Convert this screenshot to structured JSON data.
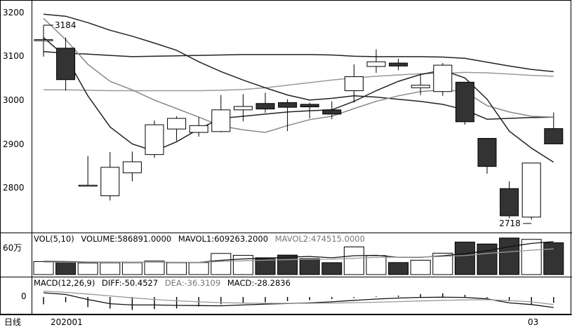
{
  "chart_data": [
    {
      "type": "candlestick",
      "panel": "price",
      "ylim": [
        2700,
        3230
      ],
      "y_ticks": [
        "3200",
        "3100",
        "3000",
        "2900",
        "2800"
      ],
      "annotations": {
        "high_label": "3184",
        "high_value": 3184,
        "low_label": "2718",
        "low_value": 2718
      },
      "candles": [
        {
          "o": 3150,
          "h": 3184,
          "l": 3110,
          "c": 3150
        },
        {
          "o": 3130,
          "h": 3155,
          "l": 3030,
          "c": 3056
        },
        {
          "o": 2808,
          "h": 2877,
          "l": 2807,
          "c": 2808
        },
        {
          "o": 2783,
          "h": 2886,
          "l": 2772,
          "c": 2850
        },
        {
          "o": 2837,
          "h": 2887,
          "l": 2817,
          "c": 2863
        },
        {
          "o": 2880,
          "h": 2960,
          "l": 2872,
          "c": 2950
        },
        {
          "o": 2940,
          "h": 2970,
          "l": 2912,
          "c": 2965
        },
        {
          "o": 2932,
          "h": 2968,
          "l": 2922,
          "c": 2948
        },
        {
          "o": 2934,
          "h": 3020,
          "l": 2932,
          "c": 2985
        },
        {
          "o": 2985,
          "h": 3022,
          "l": 2958,
          "c": 2993
        },
        {
          "o": 3000,
          "h": 3025,
          "l": 2978,
          "c": 2987
        },
        {
          "o": 3002,
          "h": 3010,
          "l": 2935,
          "c": 2991
        },
        {
          "o": 2998,
          "h": 3002,
          "l": 2965,
          "c": 2992
        },
        {
          "o": 2985,
          "h": 3005,
          "l": 2963,
          "c": 2975
        },
        {
          "o": 3030,
          "h": 3092,
          "l": 3002,
          "c": 3063
        },
        {
          "o": 3087,
          "h": 3127,
          "l": 3072,
          "c": 3098
        },
        {
          "o": 3095,
          "h": 3105,
          "l": 3078,
          "c": 3088
        },
        {
          "o": 3037,
          "h": 3068,
          "l": 3020,
          "c": 3043
        },
        {
          "o": 3028,
          "h": 3095,
          "l": 3018,
          "c": 3090
        },
        {
          "o": 3050,
          "h": 3050,
          "l": 2950,
          "c": 2957
        },
        {
          "o": 2918,
          "h": 2918,
          "l": 2835,
          "c": 2852
        },
        {
          "o": 2800,
          "h": 2817,
          "l": 2730,
          "c": 2736
        },
        {
          "o": 2733,
          "h": 2860,
          "l": 2727,
          "c": 2860
        },
        {
          "o": 2941,
          "h": 2979,
          "l": 2905,
          "c": 2905
        }
      ],
      "ma_lines": [
        {
          "color": "#222222",
          "values": [
            3122,
            3118,
            3116,
            3113,
            3110,
            3111,
            3112,
            3113,
            3114,
            3115,
            3115,
            3115,
            3115,
            3114,
            3111,
            3110,
            3110,
            3110,
            3109,
            3106,
            3097,
            3088,
            3080,
            3075
          ]
        },
        {
          "color": "#999999",
          "values": [
            3032,
            3032,
            3031,
            3030,
            3030,
            3030,
            3030,
            3030,
            3031,
            3033,
            3037,
            3043,
            3049,
            3055,
            3060,
            3064,
            3067,
            3070,
            3071,
            3073,
            3072,
            3069,
            3066,
            3064
          ]
        },
        {
          "color": "#222222",
          "values": [
            3210,
            3205,
            3190,
            3172,
            3158,
            3142,
            3125,
            3098,
            3075,
            3055,
            3037,
            3020,
            3008,
            3012,
            3018,
            3015,
            3010,
            3005,
            2998,
            2985,
            2963,
            2965,
            2967,
            2968
          ]
        },
        {
          "color": "#888888",
          "values": [
            3200,
            3150,
            3092,
            3052,
            3032,
            3008,
            2988,
            2968,
            2947,
            2938,
            2932,
            2948,
            2962,
            2970,
            2988,
            3005,
            3018,
            3028,
            3032,
            3028,
            2995,
            2980,
            2970,
            2968
          ]
        },
        {
          "color": "#222222",
          "values": [
            3155,
            3110,
            3018,
            2945,
            2905,
            2888,
            2910,
            2940,
            2965,
            2970,
            2975,
            2980,
            2983,
            2985,
            3005,
            3030,
            3052,
            3068,
            3078,
            3060,
            3010,
            2935,
            2895,
            2862
          ]
        }
      ]
    },
    {
      "type": "bar",
      "panel": "volume",
      "title": "VOL(5,10)",
      "stats": [
        {
          "label": "VOLUME:586891.0000",
          "color": "#000000"
        },
        {
          "label": "MAVOL1:609263.2000",
          "color": "#000000"
        },
        {
          "label": "MAVOL2:474515.0000",
          "color": "#777777"
        }
      ],
      "y_tick": "60万",
      "y_tick_value": 600000,
      "ylim": [
        0,
        750000
      ],
      "values": [
        240000,
        235000,
        215000,
        218000,
        220000,
        250000,
        220000,
        222000,
        390000,
        355000,
        310000,
        360000,
        295000,
        220000,
        510000,
        350000,
        222000,
        265000,
        395000,
        600000,
        565000,
        675000,
        650000,
        587000
      ],
      "down": [
        false,
        true,
        false,
        false,
        false,
        false,
        false,
        false,
        false,
        false,
        true,
        true,
        true,
        true,
        false,
        false,
        true,
        false,
        false,
        true,
        true,
        true,
        false,
        true
      ],
      "mavol1": [
        245000,
        240000,
        232000,
        229000,
        228000,
        228000,
        225000,
        226000,
        262000,
        290000,
        300000,
        322000,
        335000,
        310000,
        348000,
        355000,
        320000,
        318000,
        348000,
        385000,
        440000,
        515000,
        575000,
        609000
      ],
      "mavol2": [
        232000,
        230000,
        228000,
        228000,
        229000,
        229000,
        228000,
        227000,
        240000,
        255000,
        265000,
        275000,
        282000,
        285000,
        300000,
        318000,
        322000,
        323000,
        335000,
        350000,
        390000,
        420000,
        450000,
        474000
      ]
    },
    {
      "type": "bar",
      "panel": "macd",
      "title": "MACD(12,26,9)",
      "stats": [
        {
          "label": "DIFF:-50.4527",
          "color": "#000000"
        },
        {
          "label": "DEA:-36.3109",
          "color": "#777777"
        },
        {
          "label": "MACD:-28.2836",
          "color": "#000000"
        }
      ],
      "y_tick": "0",
      "ylim": [
        -80,
        40
      ],
      "histogram": [
        -35,
        -25,
        -48,
        -55,
        -62,
        -58,
        -55,
        -45,
        -35,
        -28,
        -25,
        -20,
        -15,
        -10,
        -5,
        3,
        7,
        14,
        18,
        10,
        -5,
        -20,
        -35,
        -28
      ],
      "diff": [
        20,
        12,
        -12,
        -32,
        -38,
        -38,
        -40,
        -41,
        -42,
        -38,
        -34,
        -31,
        -28,
        -23,
        -16,
        -10,
        -5,
        -2,
        -1,
        -2,
        -9,
        -28,
        -36,
        -50
      ],
      "dea": [
        28,
        22,
        14,
        5,
        -4,
        -12,
        -18,
        -23,
        -27,
        -29,
        -30,
        -30,
        -30,
        -29,
        -27,
        -25,
        -22,
        -19,
        -16,
        -14,
        -13,
        -17,
        -23,
        -36
      ]
    }
  ],
  "footer": {
    "period_label": "日线",
    "date_start": "202001",
    "date_mid": "03"
  }
}
